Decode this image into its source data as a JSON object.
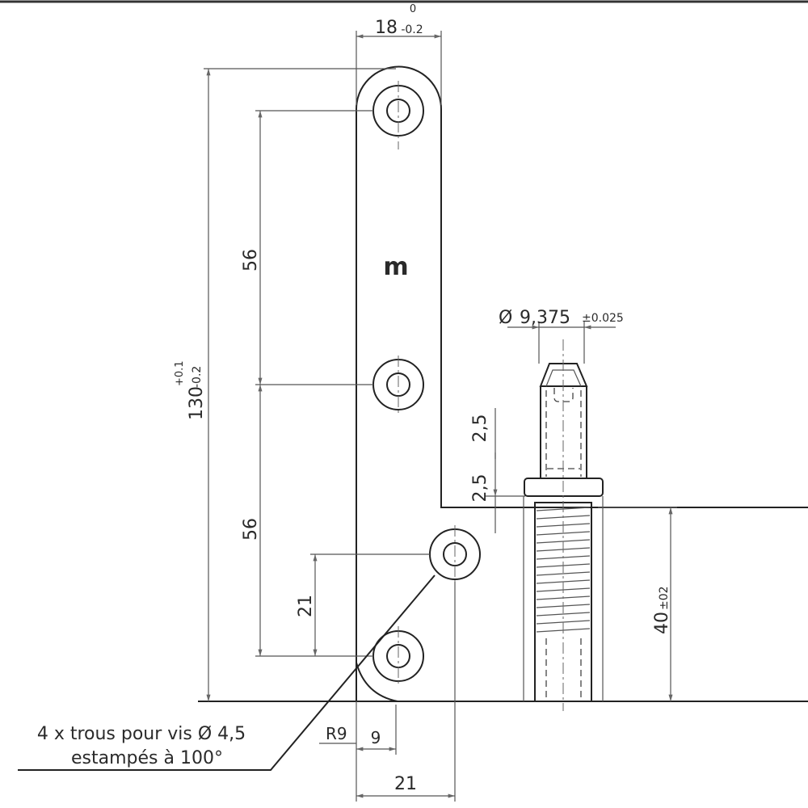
{
  "drawing": {
    "width_dim": {
      "value": "18",
      "tol_upper": "0",
      "tol_lower": "-0.2"
    },
    "height_dim": {
      "value": "130",
      "tol_upper": "+0.1",
      "tol_lower": "-0.2"
    },
    "hole_spacing_top": "56",
    "hole_spacing_bottom": "56",
    "offset_hole_dim": "21",
    "pin_diameter": {
      "symbol": "Ø",
      "value": "9,375",
      "tol": "±0.025"
    },
    "pin_step_upper": "2,5",
    "pin_step_lower": "2,5",
    "thread_length": {
      "value": "40",
      "tol": "±02"
    },
    "radius": "R9",
    "corner_dim": "9",
    "bottom_width": "21",
    "note_line1": "4 x trous pour vis Ø 4,5",
    "note_line2": "estampés à 100°",
    "logo": "m"
  }
}
